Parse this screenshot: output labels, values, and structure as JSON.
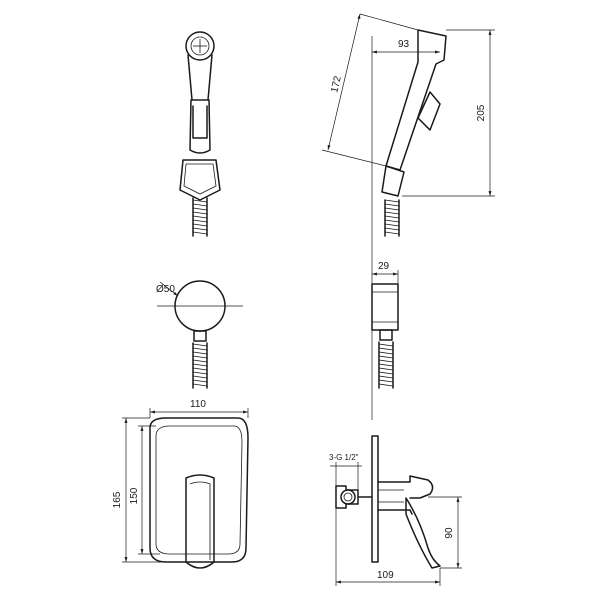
{
  "dimensions": {
    "hose_holder_width": "93",
    "sprayer_length": "172",
    "total_height": "205",
    "wall_connector_depth": "29",
    "wall_connector_diameter": "Ø50",
    "plate_width": "110",
    "plate_height_outer": "165",
    "plate_height_inner": "150",
    "thread_spec": "3-G 1/2\"",
    "mixer_depth": "109",
    "lever_height": "90"
  },
  "colors": {
    "line": "#1a1a1a",
    "background": "#ffffff"
  }
}
